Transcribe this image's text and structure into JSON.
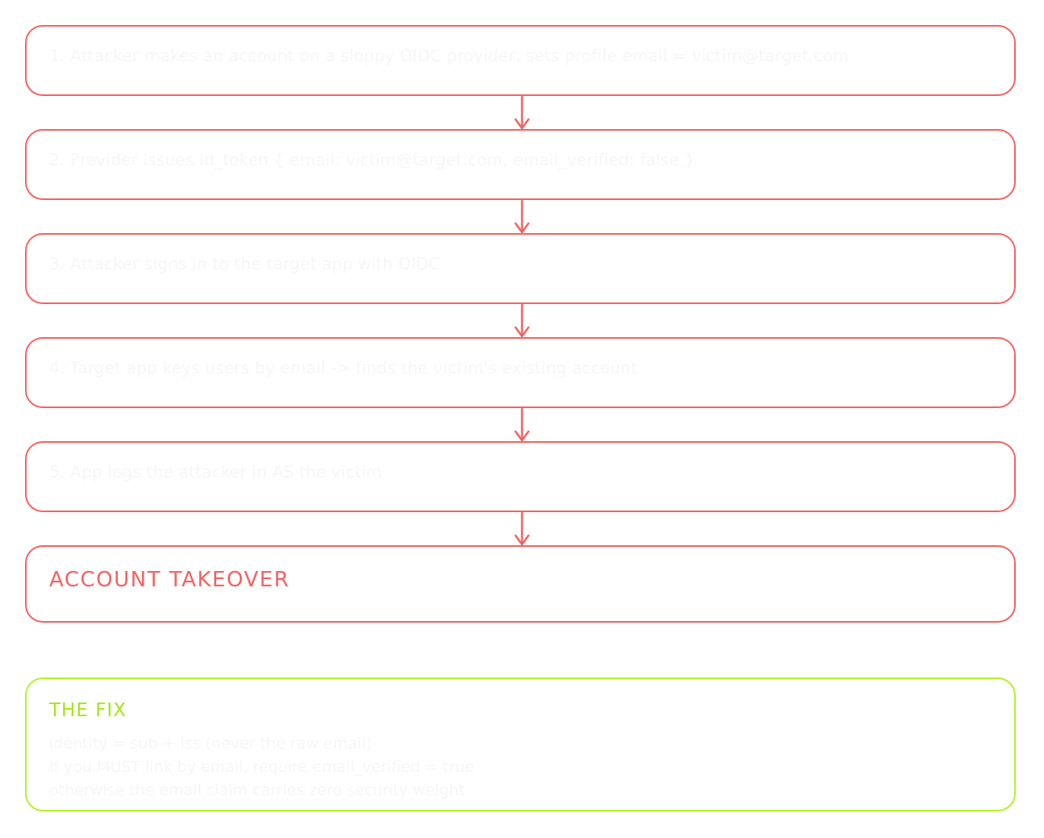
{
  "steps": [
    {
      "text": "1. Attacker makes an account on a sloppy OIDC provider, sets profile email = victim@target.com"
    },
    {
      "text": "2. Provider issues id_token { email: victim@target.com, email_verified: false }"
    },
    {
      "text": "3. Attacker signs in to the target app with OIDC"
    },
    {
      "text": "4. Target app keys users by email -> finds the victim's existing account"
    },
    {
      "text": "5. App logs the attacker in AS the victim"
    }
  ],
  "outcome": {
    "label": "ACCOUNT TAKEOVER"
  },
  "fix": {
    "title": "THE FIX",
    "lines": [
      "identity = sub + iss (never the raw email)",
      "if you MUST link by email, require email_verified = true",
      "otherwise the email claim carries zero security weight"
    ]
  },
  "colors": {
    "danger": "#f26363",
    "fix": "#b2f22b"
  }
}
